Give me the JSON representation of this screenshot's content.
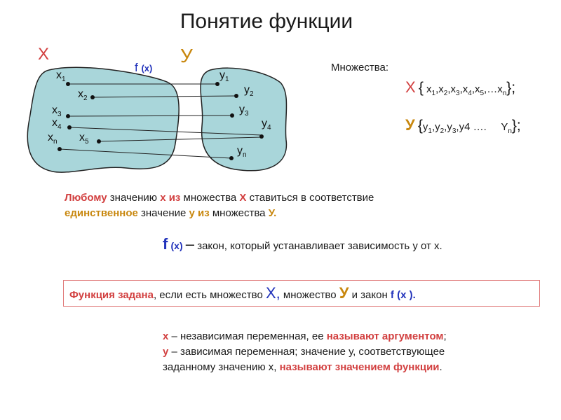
{
  "title": "Понятие функции",
  "diagram": {
    "x_set_label": "X",
    "y_set_label": "У",
    "f_label": "f",
    "f_arg": "(x)",
    "x_points": [
      {
        "base": "x",
        "sub": "1"
      },
      {
        "base": "x",
        "sub": "2"
      },
      {
        "base": "x",
        "sub": "3"
      },
      {
        "base": "x",
        "sub": "4"
      },
      {
        "base": "x",
        "sub": "n"
      },
      {
        "base": "x",
        "sub": "5"
      }
    ],
    "y_points": [
      {
        "base": "y",
        "sub": "1"
      },
      {
        "base": "y",
        "sub": "2"
      },
      {
        "base": "y",
        "sub": "3"
      },
      {
        "base": "y",
        "sub": "4"
      },
      {
        "base": "y",
        "sub": "n"
      }
    ],
    "colors": {
      "blob_fill": "#a9d6da",
      "blob_stroke": "#222222",
      "x_accent": "#d24040",
      "y_accent": "#c8870e",
      "f_accent": "#2233bb"
    }
  },
  "sets": {
    "heading": "Множества:",
    "x_line": {
      "name": "X",
      "open": "{",
      "items": [
        {
          "b": "x",
          "s": "1"
        },
        {
          "b": "x",
          "s": "2"
        },
        {
          "b": "x",
          "s": "3"
        },
        {
          "b": "x",
          "s": "4"
        },
        {
          "b": "x",
          "s": "5"
        }
      ],
      "tail_b": "…x",
      "tail_s": "n",
      "close": "};"
    },
    "y_line": {
      "name": "У",
      "open": "{",
      "items": [
        {
          "b": "y",
          "s": "1"
        },
        {
          "b": "y",
          "s": "2"
        },
        {
          "b": "y",
          "s": "3"
        }
      ],
      "last": "y4",
      "gap": " ….     ",
      "tail_b": "Y",
      "tail_s": "n",
      "close": "};"
    }
  },
  "definition": {
    "p1_a": "Любому",
    "p1_b": " значению ",
    "p1_c": "x из",
    "p1_d": " множества ",
    "p1_e": "X",
    "p1_f": " ставиться в соответствие",
    "p2_a": "единственное",
    "p2_b": " значение ",
    "p2_c": "у из",
    "p2_d": " множества ",
    "p2_e": "У."
  },
  "law": {
    "f": "f",
    "fx": "(x)",
    "dash": "–",
    "text": " закон, который устанавливает зависимость у от х."
  },
  "given": {
    "a": "Функция задана",
    "b": ", если есть множество ",
    "c": "X,",
    "d": " множество ",
    "e": "У",
    "f": " и закон ",
    "g": "f (x ).",
    "border_color": "#e07a7a"
  },
  "args": {
    "l1_a": "x",
    "l1_b": " – независимая переменная, ее ",
    "l1_c": "называют аргументом",
    "l1_d": ";",
    "l2_a": "y",
    "l2_b": " – зависимая переменная; значение  у, соответствующее",
    "l3_a": "заданному  значению  х, ",
    "l3_b": "называют значением функции",
    "l3_c": "."
  }
}
